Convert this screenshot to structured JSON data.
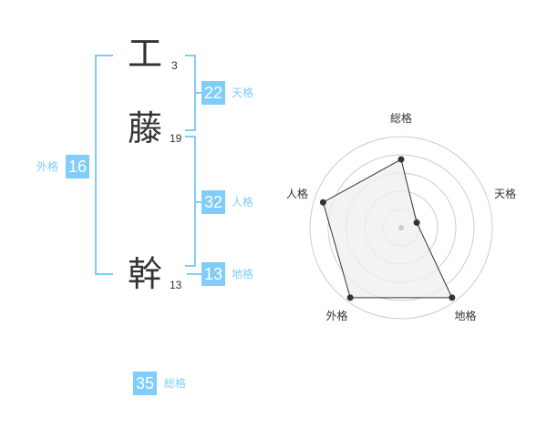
{
  "name": {
    "chars": [
      {
        "kanji": "工",
        "strokes": "3"
      },
      {
        "kanji": "藤",
        "strokes": "19"
      },
      {
        "kanji": "幹",
        "strokes": "13"
      }
    ]
  },
  "kaku": {
    "tenkaku": {
      "value": "22",
      "label": "天格"
    },
    "jinkaku": {
      "value": "32",
      "label": "人格"
    },
    "chikaku": {
      "value": "13",
      "label": "地格"
    },
    "gaikaku": {
      "value": "16",
      "label": "外格"
    },
    "soukaku": {
      "value": "35",
      "label": "総格"
    }
  },
  "colors": {
    "accent": "#7fcdf8",
    "text": "#333333",
    "grid": "#cccccc",
    "fill": "#efefef"
  },
  "chart_data": {
    "type": "radar",
    "axes": [
      "総格",
      "天格",
      "地格",
      "外格",
      "人格"
    ],
    "values": [
      0.75,
      0.18,
      0.95,
      0.95,
      0.9
    ],
    "rings": 5,
    "range": [
      0,
      1
    ]
  }
}
